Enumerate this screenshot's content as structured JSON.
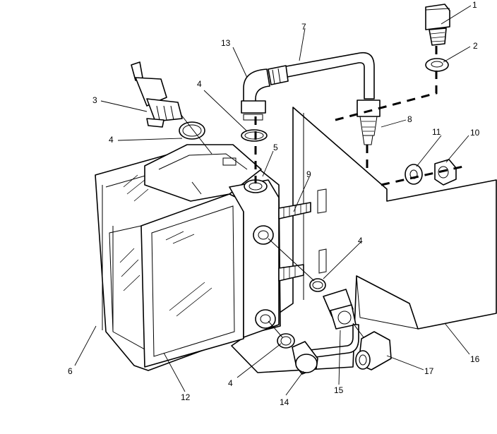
{
  "diagram": {
    "callouts": [
      {
        "id": "c1",
        "text": "1"
      },
      {
        "id": "c2",
        "text": "2"
      },
      {
        "id": "c3",
        "text": "3"
      },
      {
        "id": "c4a",
        "text": "4"
      },
      {
        "id": "c4b",
        "text": "4"
      },
      {
        "id": "c4c",
        "text": "4"
      },
      {
        "id": "c4d",
        "text": "4"
      },
      {
        "id": "c5",
        "text": "5"
      },
      {
        "id": "c6",
        "text": "6"
      },
      {
        "id": "c7",
        "text": "7"
      },
      {
        "id": "c8",
        "text": "8"
      },
      {
        "id": "c9",
        "text": "9"
      },
      {
        "id": "c10",
        "text": "10"
      },
      {
        "id": "c11",
        "text": "11"
      },
      {
        "id": "c12",
        "text": "12"
      },
      {
        "id": "c13",
        "text": "13"
      },
      {
        "id": "c14",
        "text": "14"
      },
      {
        "id": "c15",
        "text": "15"
      },
      {
        "id": "c16",
        "text": "16"
      },
      {
        "id": "c17",
        "text": "17"
      }
    ]
  }
}
